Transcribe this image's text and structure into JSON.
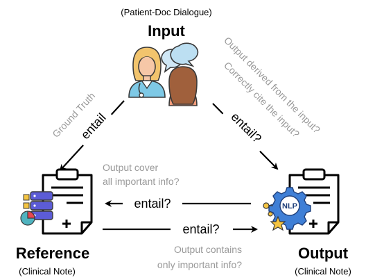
{
  "input": {
    "subtitle": "(Patient-Doc Dialogue)",
    "title": "Input"
  },
  "reference": {
    "title": "Reference",
    "subtitle": "(Clinical Note)"
  },
  "output": {
    "title": "Output",
    "subtitle": "(Clinical Note)",
    "badge": "NLP"
  },
  "edges": {
    "ground_truth": "Ground Truth",
    "entail": "entail",
    "entail_q": "entail?",
    "derived_line1": "Output derived from the input?",
    "derived_line2": "Correctly cite the input?",
    "cover_line1": "Output cover",
    "cover_line2": "all important info?",
    "contains_line1": "Output contains",
    "contains_line2": "only important info?"
  },
  "colors": {
    "text": "#000000",
    "gray": "#9a9a9a",
    "skin": "#f6c7a7",
    "scrubs": "#7ec9e6",
    "hair_doc": "#f2c46d",
    "hair_patient": "#a0603c",
    "shirt_patient": "#f39c7a",
    "bubble": "#cfe7f5",
    "db_blue": "#5c5cd6",
    "db_dark": "#3a3aa8",
    "gear": "#3f7fd6",
    "star": "#f5c542",
    "pie_red": "#e8474f",
    "pie_teal": "#4fb3bf"
  }
}
